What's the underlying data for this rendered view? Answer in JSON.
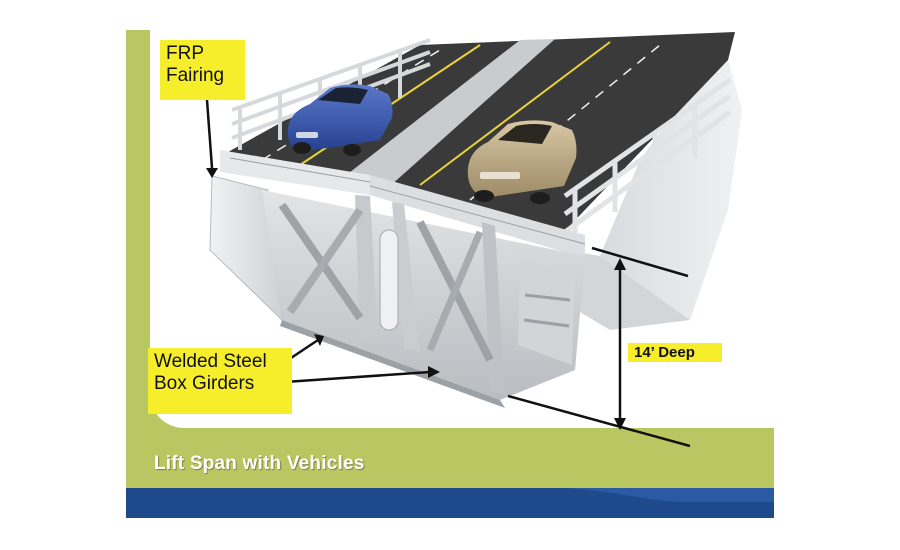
{
  "labels": {
    "frp_line1": "FRP",
    "frp_line2": "Fairing",
    "girders_line1": "Welded Steel",
    "girders_line2": "Box Girders",
    "depth": "14’ Deep"
  },
  "caption": "Lift Span with Vehicles",
  "colors": {
    "accent_olive": "#b9c762",
    "footer_navy": "#1e4a8c",
    "label_yellow": "#f6ee2b",
    "road_asphalt": "#3a3a3a",
    "lane_line": "#e7d33c"
  }
}
